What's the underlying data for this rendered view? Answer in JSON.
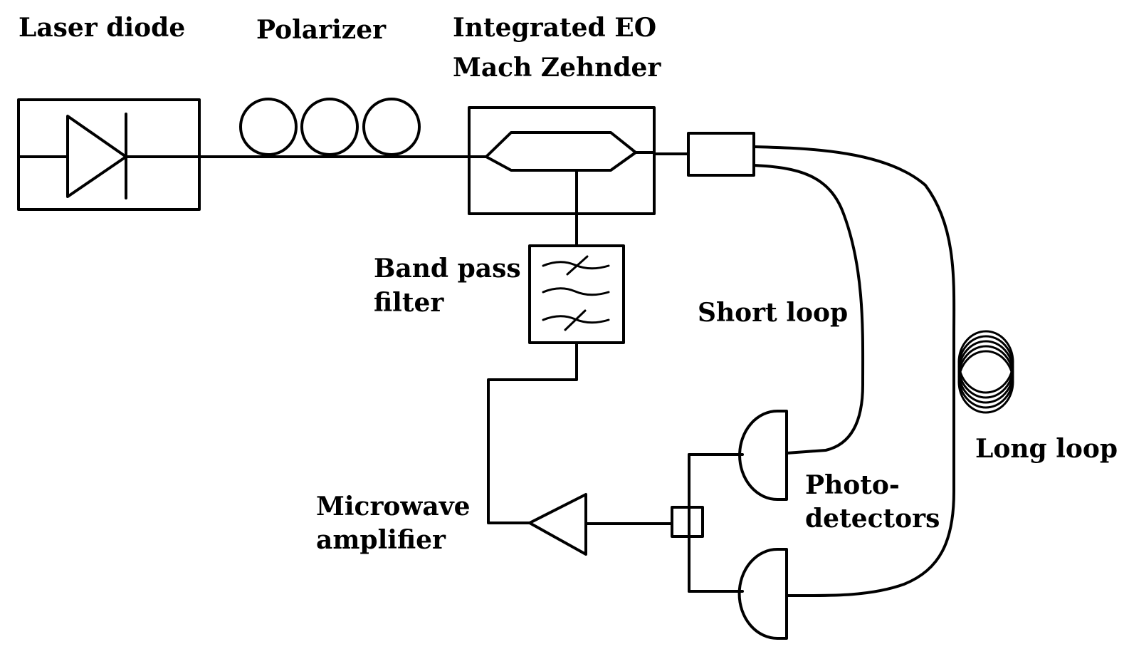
{
  "labels": {
    "laser_diode": "Laser diode",
    "polarizer": "Polarizer",
    "mach_zehnder_line1": "Integrated EO",
    "mach_zehnder_line2": "Mach Zehnder",
    "band_pass_line1": "Band pass",
    "band_pass_line2": "filter",
    "short_loop": "Short loop",
    "long_loop": "Long loop",
    "photodetectors_line1": "Photo-",
    "photodetectors_line2": "detectors",
    "microwave_line1": "Microwave",
    "microwave_line2": "amplifier"
  },
  "icons": {
    "laser_diode": "diode-symbol-icon",
    "polarizer": "fiber-polarizer-loops-icon",
    "mach_zehnder": "mach-zehnder-interferometer-icon",
    "band_pass_filter": "band-pass-filter-icon",
    "fiber_spool": "fiber-spool-icon",
    "photodetector": "photodetector-icon",
    "amplifier": "triangle-amplifier-icon",
    "combiner": "rf-combiner-icon",
    "coupler": "optical-coupler-icon"
  },
  "colors": {
    "line": "#000000",
    "background": "#ffffff"
  }
}
